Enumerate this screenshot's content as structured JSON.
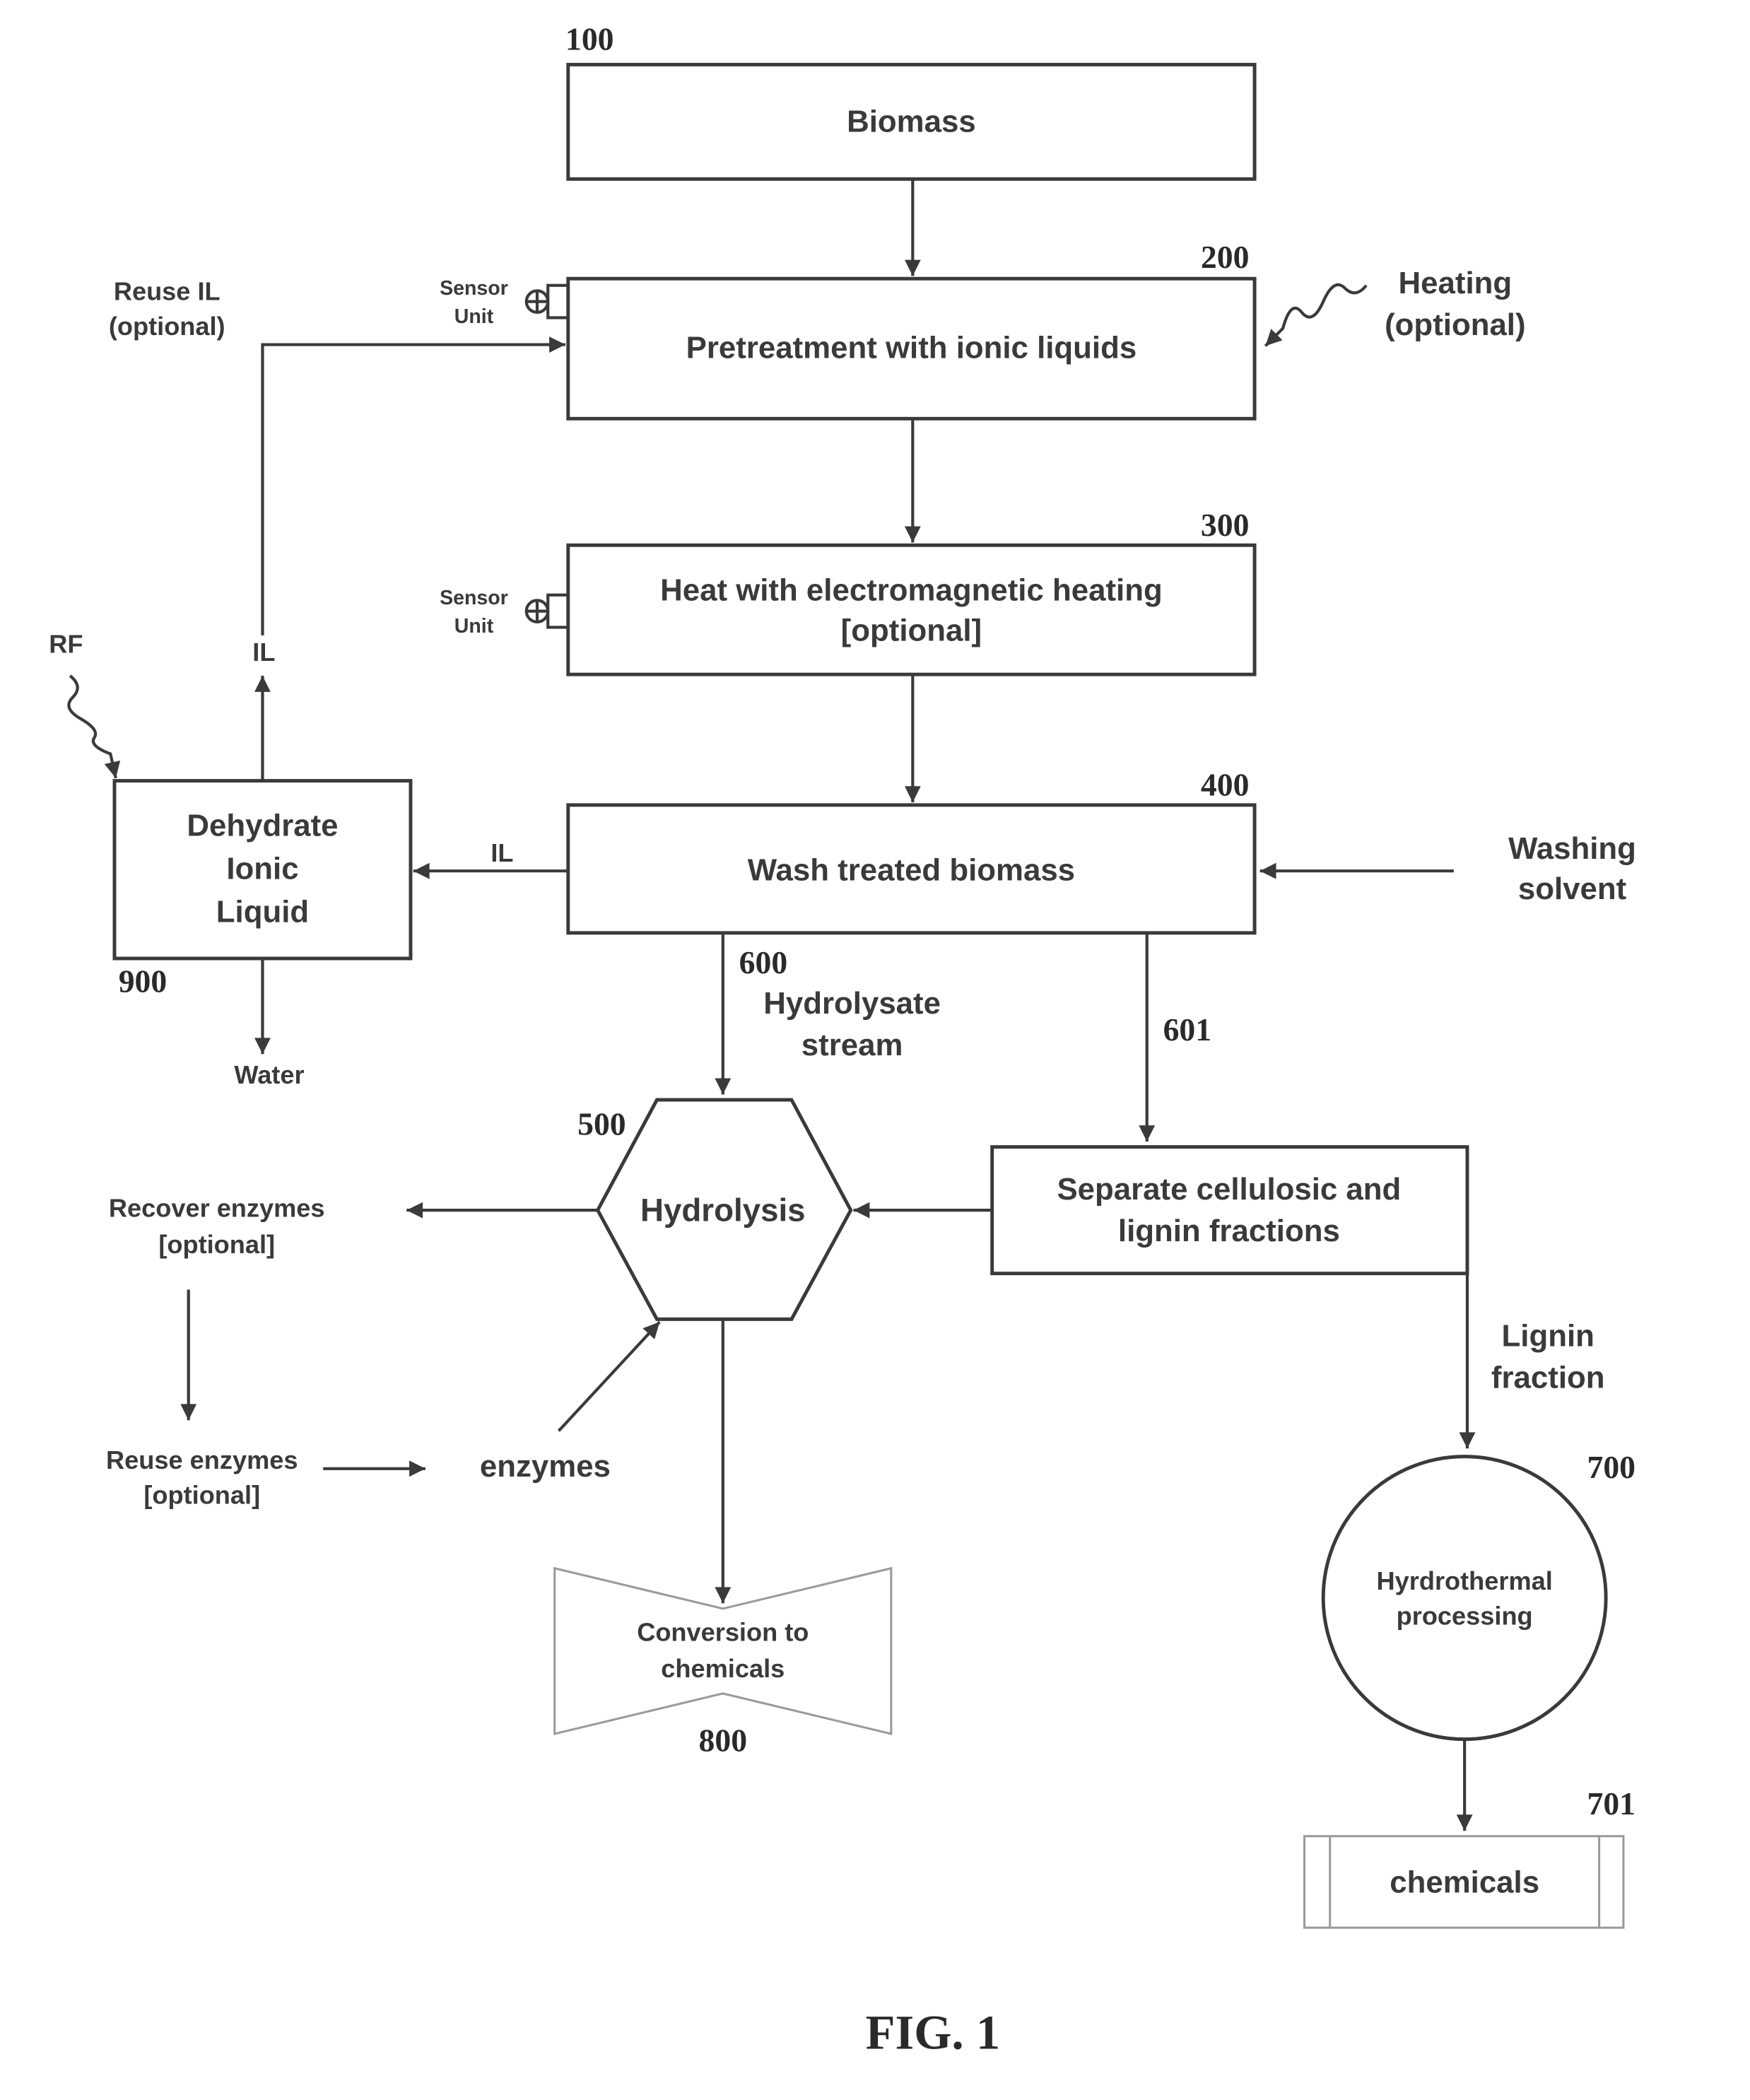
{
  "figure_label": "FIG. 1",
  "nodes": {
    "biomass": {
      "ref": "100",
      "label": "Biomass"
    },
    "pretreatment": {
      "ref": "200",
      "label": "Pretreatment with ionic liquids"
    },
    "heat": {
      "ref": "300",
      "lines": [
        "Heat with electromagnetic heating",
        "[optional]"
      ]
    },
    "wash": {
      "ref": "400",
      "label": "Wash treated biomass"
    },
    "hydrolysis": {
      "ref": "500",
      "label": "Hydrolysis"
    },
    "separate": {
      "lines": [
        "Separate cellulosic and",
        "lignin fractions"
      ]
    },
    "hydrothermal": {
      "ref": "700",
      "lines": [
        "Hyrdrothermal",
        "processing"
      ]
    },
    "chemicals": {
      "ref": "701",
      "label": "chemicals"
    },
    "conversion": {
      "ref": "800",
      "lines": [
        "Conversion to",
        "chemicals"
      ]
    },
    "dehydrate": {
      "ref": "900",
      "lines": [
        "Dehydrate",
        "Ionic",
        "Liquid"
      ]
    }
  },
  "labels": {
    "sensor_unit_1": [
      "Sensor",
      "Unit"
    ],
    "sensor_unit_2": [
      "Sensor",
      "Unit"
    ],
    "reuse_il": [
      "Reuse IL",
      "(optional)"
    ],
    "heating": [
      "Heating",
      "(optional)"
    ],
    "washing_solvent": [
      "Washing",
      "solvent"
    ],
    "il_wash": "IL",
    "il_up": "IL",
    "rf": "RF",
    "water": "Water",
    "stream_600_ref": "600",
    "hydrolysate_stream": [
      "Hydrolysate",
      "stream"
    ],
    "stream_601_ref": "601",
    "recover_enzymes": [
      "Recover enzymes",
      "[optional]"
    ],
    "reuse_enzymes": [
      "Reuse enzymes",
      "[optional]"
    ],
    "enzymes": "enzymes",
    "lignin_fraction": [
      "Lignin",
      "fraction"
    ]
  }
}
